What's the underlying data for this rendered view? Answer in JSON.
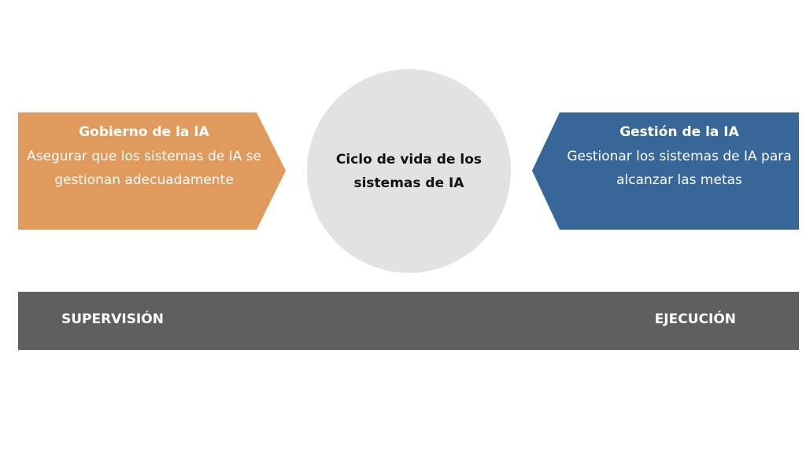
{
  "left": {
    "title": "Gobierno de la IA",
    "description": "Asegurar que los sistemas de IA se gestionan adecuadamente",
    "color": "#df9a5c"
  },
  "center": {
    "label": "Ciclo de vida de los sistemas de IA",
    "color": "#e1e2e2"
  },
  "right": {
    "title": "Gestión de la IA",
    "description": "Gestionar los sistemas de IA para alcanzar las metas",
    "color": "#376699"
  },
  "bar": {
    "left_label": "SUPERVISIÓN",
    "right_label": "EJECUCIÓN",
    "color": "#5f5f5f"
  }
}
